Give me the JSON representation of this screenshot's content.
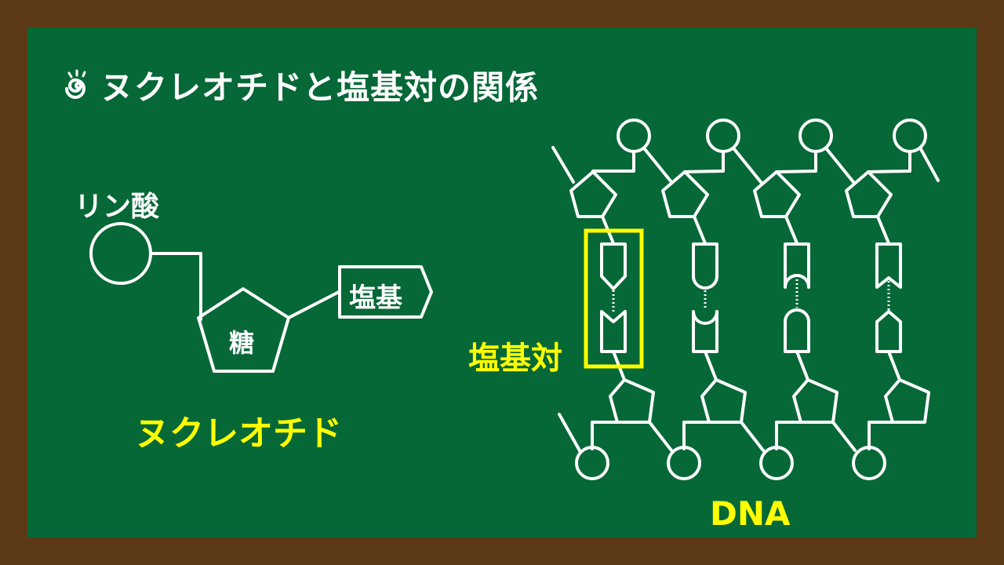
{
  "title": "ヌクレオチドと塩基対の関係",
  "nucleotide": {
    "phosphate": "リン酸",
    "sugar": "糖",
    "base": "塩基",
    "caption": "ヌクレオチド"
  },
  "dna": {
    "base_pair_label": "塩基対",
    "caption": "DNA"
  },
  "colors": {
    "board": "#066837",
    "frame": "#5c3a16",
    "chalk_white": "#ffffff",
    "chalk_yellow": "#ffff00"
  }
}
